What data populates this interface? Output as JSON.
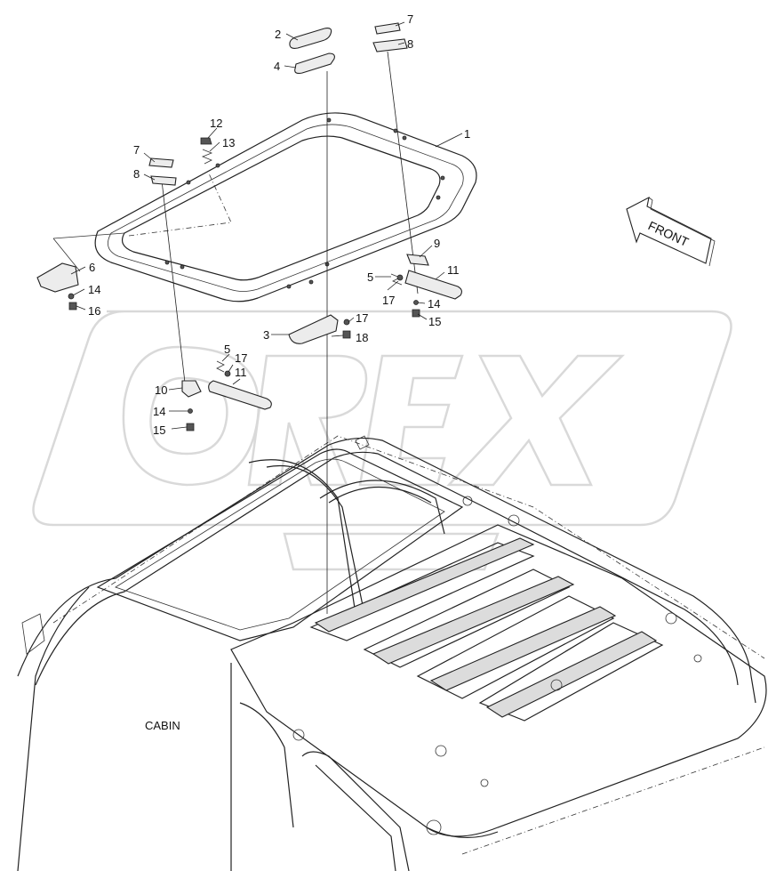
{
  "diagram": {
    "callouts": {
      "c1": "1",
      "c2": "2",
      "c3": "3",
      "c4": "4",
      "c5a": "5",
      "c5b": "5",
      "c6": "6",
      "c7a": "7",
      "c7b": "7",
      "c8a": "8",
      "c8b": "8",
      "c9": "9",
      "c10": "10",
      "c11a": "11",
      "c11b": "11",
      "c12": "12",
      "c13": "13",
      "c14a": "14",
      "c14b": "14",
      "c14c": "14",
      "c15a": "15",
      "c15b": "15",
      "c16": "16",
      "c17a": "17",
      "c17b": "17",
      "c17c": "17",
      "c18": "18"
    },
    "cabin_label": "CABIN",
    "front_arrow_label": "FRONT",
    "watermark_text": "OREX"
  }
}
